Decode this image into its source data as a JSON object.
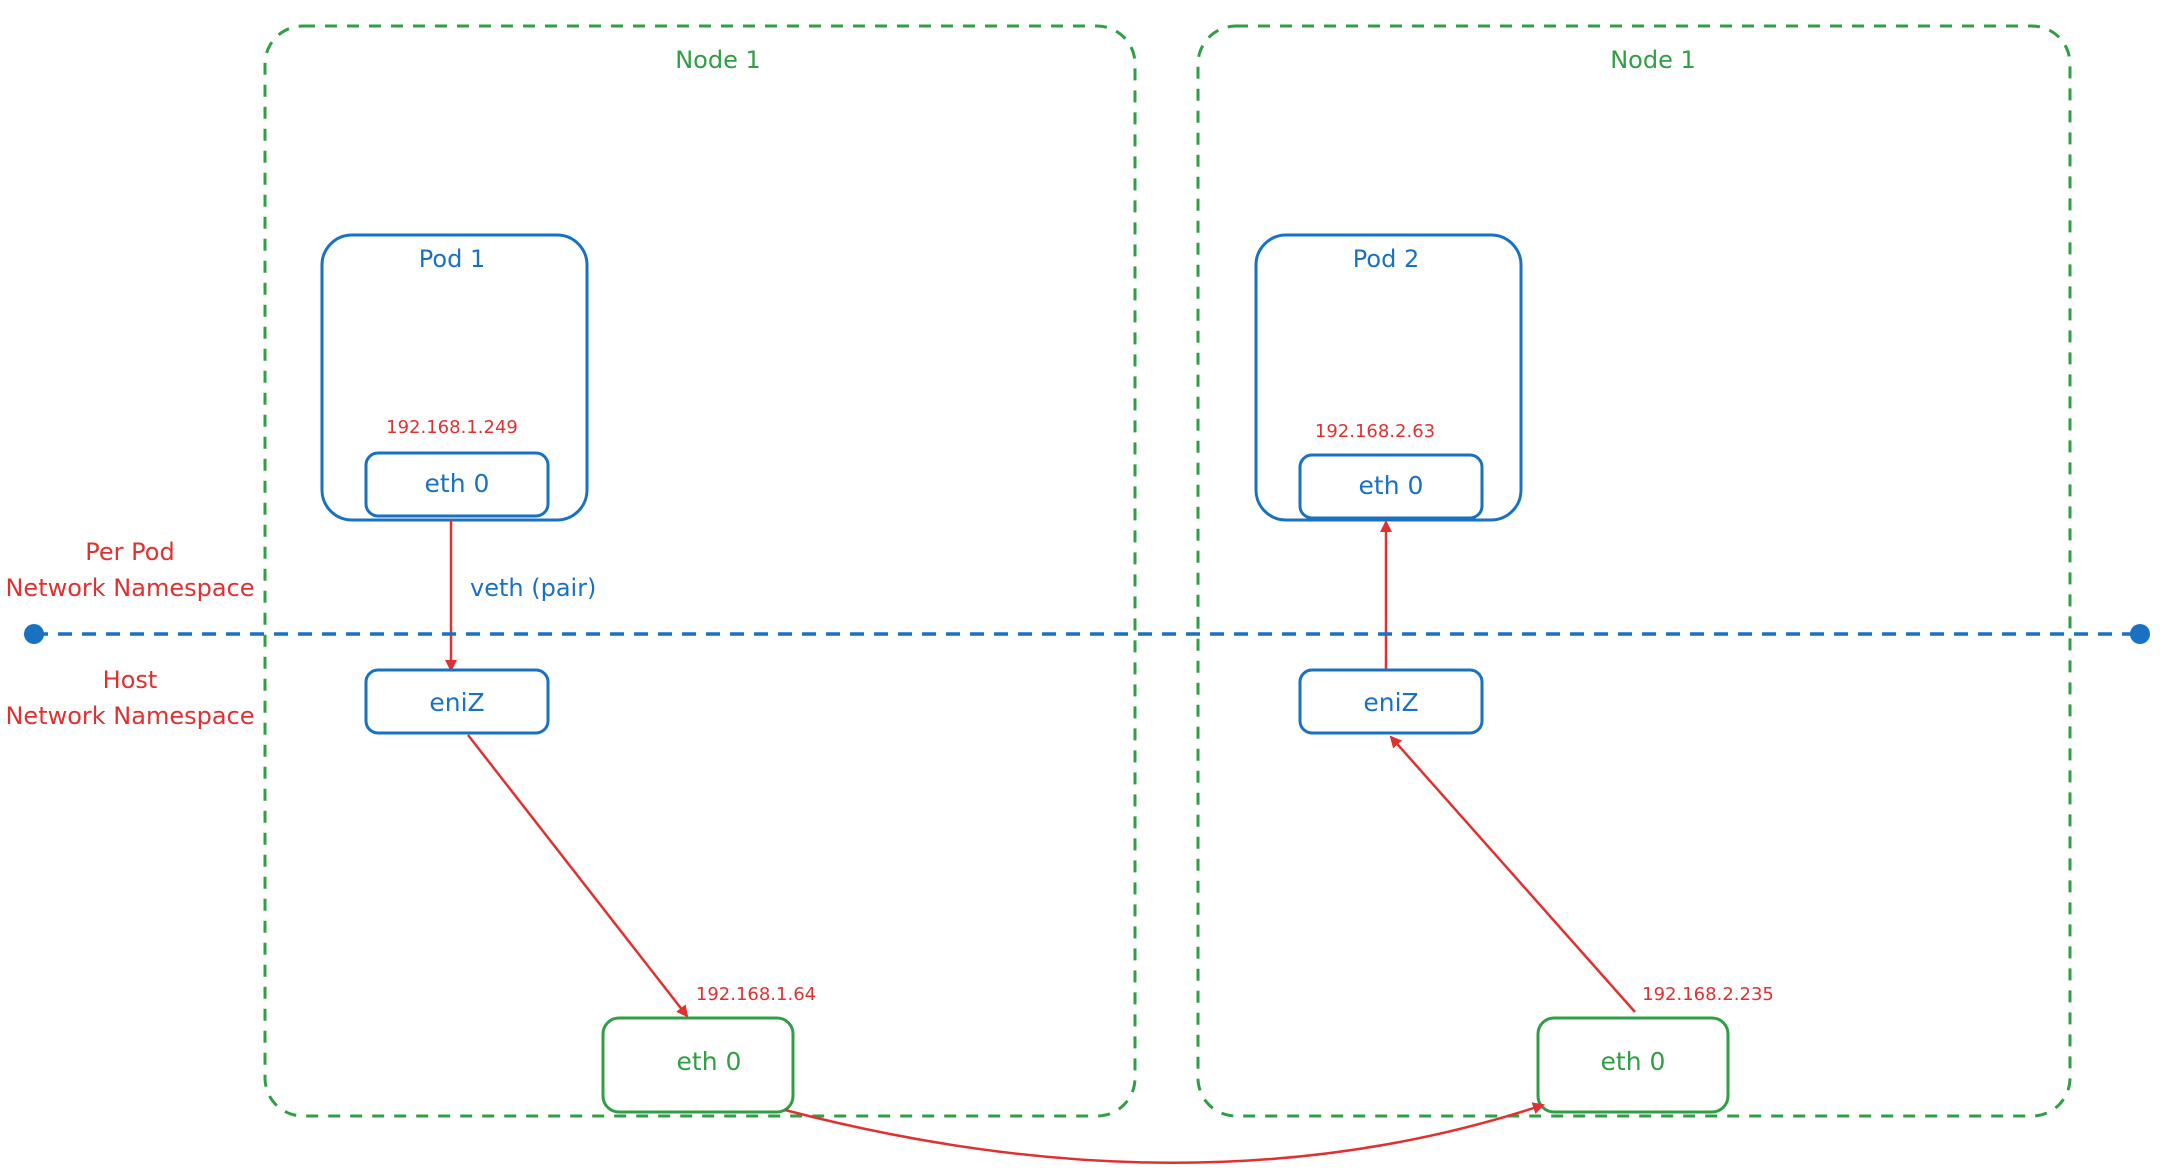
{
  "colors": {
    "node_border": "#2f9e44",
    "pod_border": "#1971c2",
    "flow_arrow": "#e03131",
    "namespace_line": "#1971c2",
    "ip_text": "#e03131",
    "namespace_text": "#e03131"
  },
  "namespace_labels": {
    "pod": [
      "Per Pod",
      "Network Namespace"
    ],
    "host": [
      "Host",
      "Network Namespace"
    ]
  },
  "nodes": [
    {
      "label": "Node 1",
      "pod": {
        "label": "Pod 1",
        "ip": "192.168.1.249",
        "iface": "eth 0"
      },
      "veth_label": "veth (pair)",
      "host_iface": "eniZ",
      "node_ip": "192.168.1.64",
      "node_iface": "eth 0"
    },
    {
      "label": "Node 1",
      "pod": {
        "label": "Pod 2",
        "ip": "192.168.2.63",
        "iface": "eth 0"
      },
      "host_iface": "eniZ",
      "node_ip": "192.168.2.235",
      "node_iface": "eth 0"
    }
  ]
}
